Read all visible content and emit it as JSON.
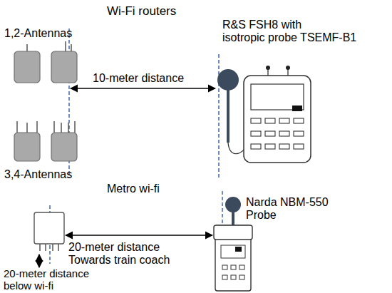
{
  "diagram": {
    "labels": [
      "Wi-Fi routers",
      "1,2-Antennas",
      "R&S FSH8 with isotropic probe TSEMF-B1",
      "10-meter distance",
      "3,4-Antennas",
      "Metro wi-fi",
      "Narda NBM-550 Probe",
      "20-meter distance Towards train coach",
      "20-meter distance below wi-fi"
    ]
  }
}
